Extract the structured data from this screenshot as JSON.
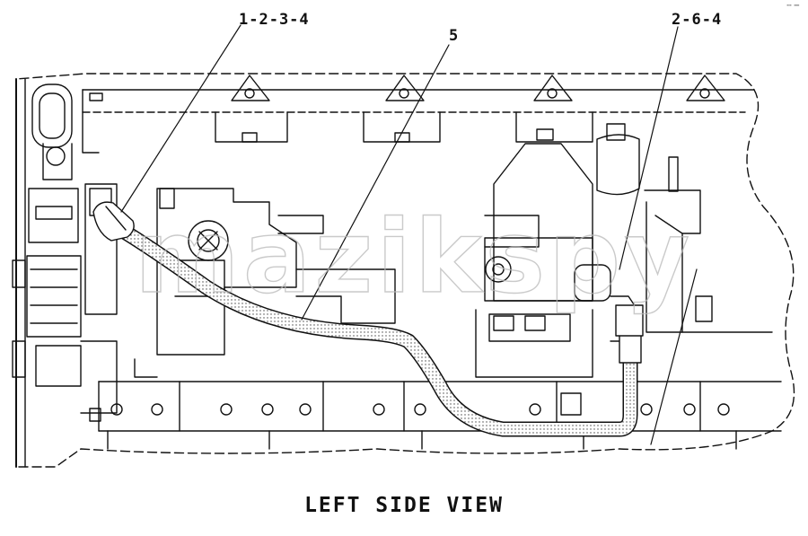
{
  "callouts": {
    "left": "1-2-3-4",
    "center": "5",
    "right": "2-6-4"
  },
  "caption": "LEFT SIDE VIEW",
  "watermark": "mazikspy",
  "corner_mark": "╌ ─"
}
